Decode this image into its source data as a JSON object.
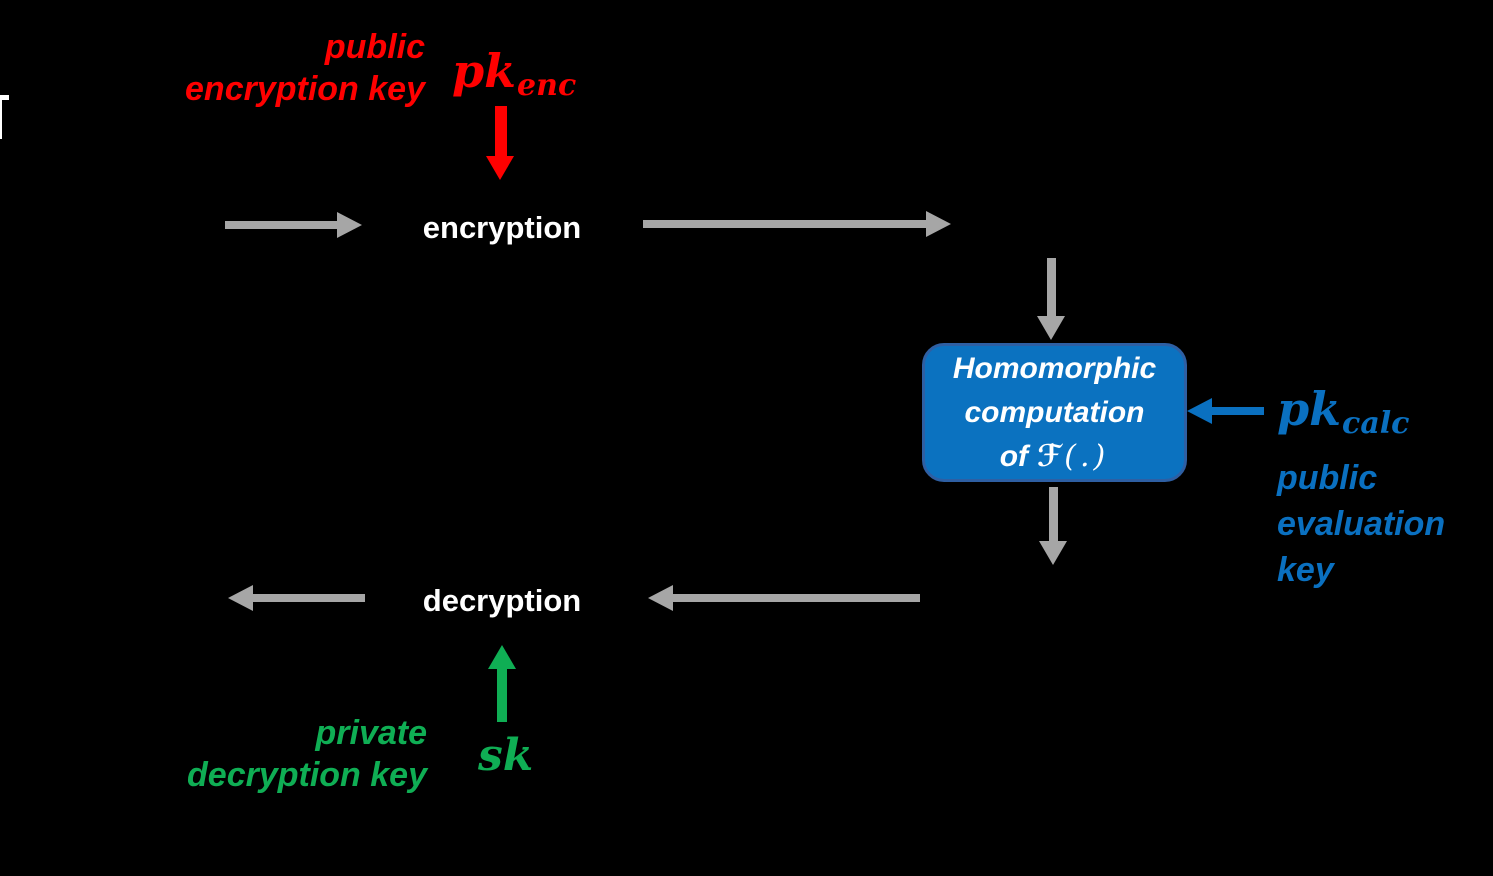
{
  "colors": {
    "background": "#000000",
    "red": "#FF0000",
    "gray": "#A6A6A6",
    "blue": "#0A70C0",
    "green": "#0FAE54",
    "white": "#FFFFFF",
    "box-fill": "#0B72C0",
    "box-border": "#2E5FA3"
  },
  "nodes": {
    "encryption": {
      "label": "encryption"
    },
    "decryption": {
      "label": "decryption"
    },
    "homomorphic_box": {
      "line1": "Homomorphic",
      "line2": "computation",
      "line3_prefix": "of",
      "line3_function": "ℱ",
      "line3_args": "(.)"
    }
  },
  "keys": {
    "encryption_key": {
      "description_line1": "public",
      "description_line2": "encryption key",
      "symbol": "pk",
      "symbol_subscript": "enc"
    },
    "evaluation_key": {
      "symbol": "pk",
      "symbol_subscript": "calc",
      "description_line1": "public",
      "description_line2": "evaluation",
      "description_line3": "key"
    },
    "decryption_key": {
      "description_line1": "private",
      "description_line2": "decryption key",
      "symbol": "sk"
    }
  }
}
